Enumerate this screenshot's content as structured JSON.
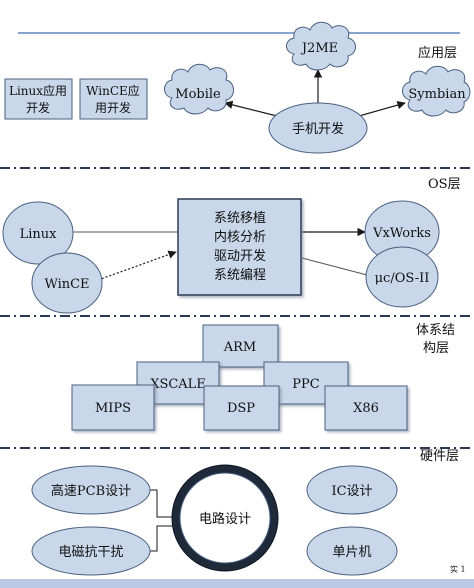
{
  "colors": {
    "node_fill": "#c9d7ea",
    "node_stroke": "#4a5f80",
    "top_line": "#3d6fb0",
    "divider": "#2a3a55",
    "arrow": "#1a1a1a",
    "bottom_bar": "#b9c9e4"
  },
  "layers": {
    "app": "应用层",
    "os": "OS层",
    "arch_line1": "体系结",
    "arch_line2": "构层",
    "hw": "硬件层"
  },
  "app_layer": {
    "linux_app_line1": "Linux应用",
    "linux_app_line2": "开发",
    "wince_app_line1": "WinCE应",
    "wince_app_line2": "用开发",
    "center": "手机开发",
    "mobile": "Mobile",
    "j2me": "J2ME",
    "symbian": "Symbian"
  },
  "os_layer": {
    "center_lines": [
      "系统移植",
      "内核分析",
      "驱动开发",
      "系统编程"
    ],
    "linux": "Linux",
    "wince": "WinCE",
    "vxworks": "VxWorks",
    "ucos": "μc/OS-II"
  },
  "arch_layer": {
    "arm": "ARM",
    "xscale": "XSCALE",
    "ppc": "PPC",
    "mips": "MIPS",
    "dsp": "DSP",
    "x86": "X86"
  },
  "hw_layer": {
    "pcb": "高速PCB设计",
    "emc": "电磁抗干扰",
    "center": "电路设计",
    "ic": "IC设计",
    "mcu": "单片机"
  },
  "footer": {
    "page_mark": "实 1"
  }
}
